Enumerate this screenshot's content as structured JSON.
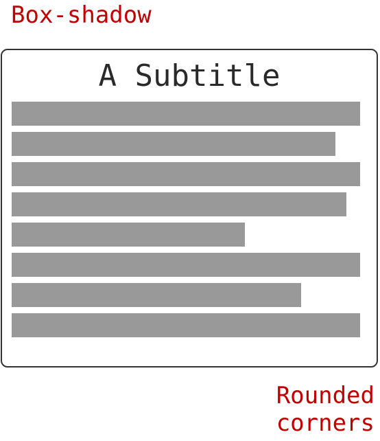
{
  "annotations": {
    "top": "Box-shadow",
    "bottom_line1": "Rounded",
    "bottom_line2": "corners"
  },
  "card": {
    "title": "A Subtitle",
    "text_lines": [
      1.0,
      0.93,
      1.0,
      0.96,
      0.67,
      1.0,
      0.83,
      1.0
    ]
  },
  "colors": {
    "annotation": "#c00000",
    "border": "#333333",
    "placeholder_bar": "#999999"
  }
}
